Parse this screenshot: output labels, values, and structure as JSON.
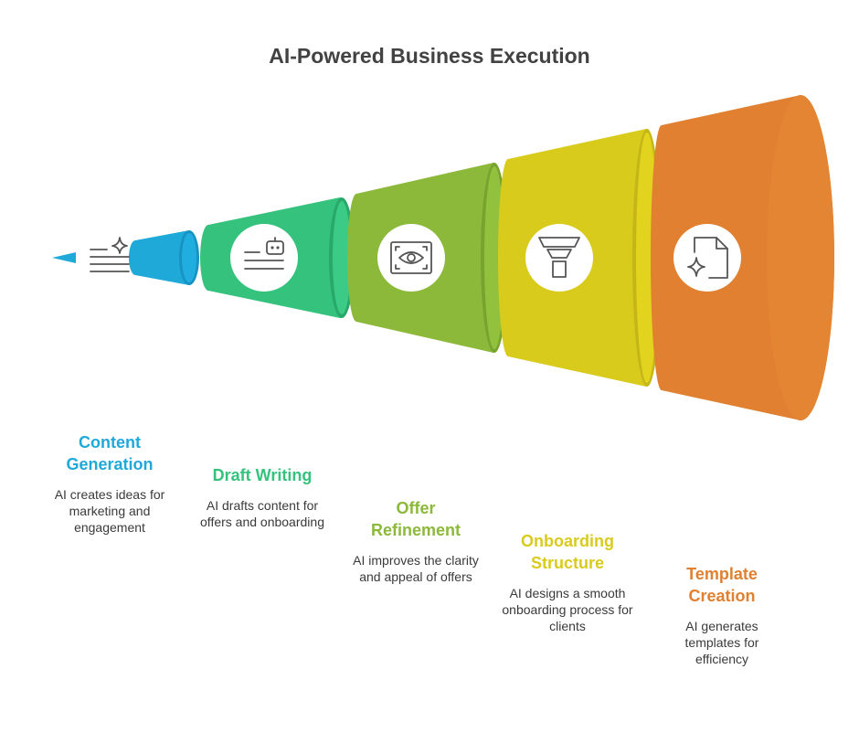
{
  "title": "AI-Powered Business Execution",
  "stages": [
    {
      "title": "Content Generation",
      "description": "AI creates ideas for marketing and engagement",
      "color": "#1fa9d9",
      "icon": "text-sparkle-icon"
    },
    {
      "title": "Draft Writing",
      "description": "AI drafts content for offers and onboarding",
      "color": "#34c27d",
      "icon": "robot-text-icon"
    },
    {
      "title": "Offer Refinement",
      "description": "AI improves the clarity and appeal of offers",
      "color": "#8cb93a",
      "icon": "eye-scan-icon"
    },
    {
      "title": "Onboarding Structure",
      "description": "AI designs a smooth onboarding process for clients",
      "color": "#d9cb1c",
      "icon": "funnel-icon"
    },
    {
      "title": "Template Creation",
      "description": "AI generates templates for efficiency",
      "color": "#e08030",
      "icon": "document-sparkle-icon"
    }
  ]
}
